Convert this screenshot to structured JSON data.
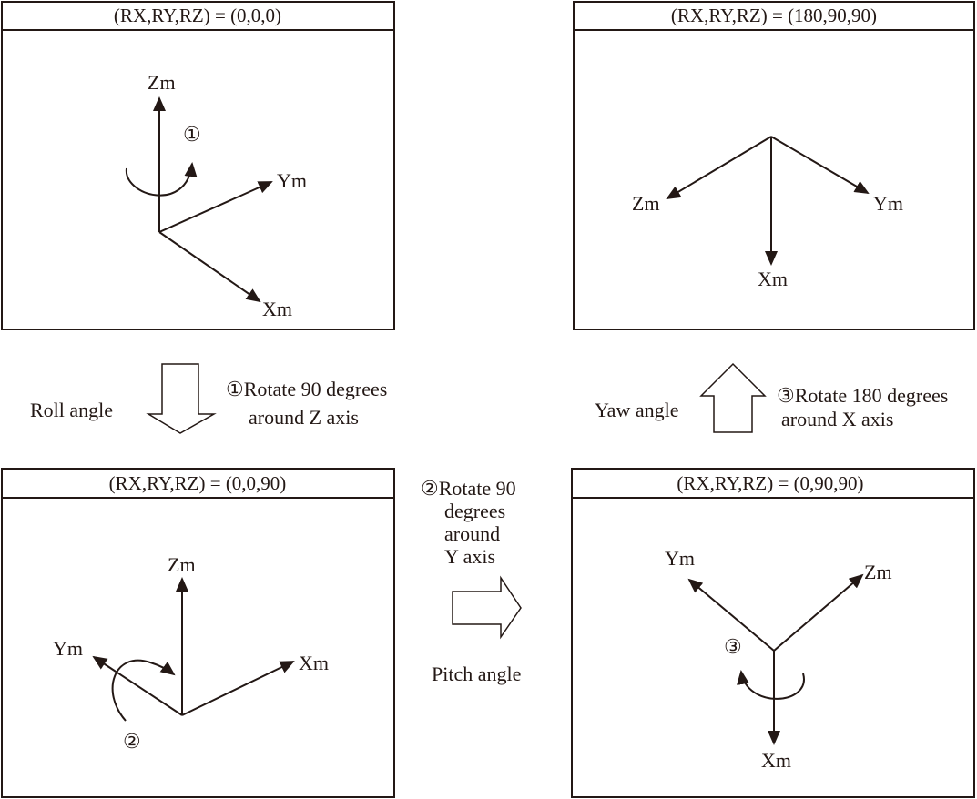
{
  "panels": [
    {
      "title": "(RX,RY,RZ) = (0,0,0)",
      "zm": "Zm",
      "ym": "Ym",
      "xm": "Xm",
      "step": "①"
    },
    {
      "title": "(RX,RY,RZ) = (180,90,90)",
      "zm": "Zm",
      "ym": "Ym",
      "xm": "Xm"
    },
    {
      "title": "(RX,RY,RZ) = (0,0,90)",
      "zm": "Zm",
      "ym": "Ym",
      "xm": "Xm",
      "step": "②"
    },
    {
      "title": "(RX,RY,RZ) = (0,90,90)",
      "zm": "Zm",
      "ym": "Ym",
      "xm": "Xm",
      "step": "③"
    }
  ],
  "steps": {
    "roll": {
      "angle": "Roll angle",
      "line1": "①Rotate 90 degrees",
      "line2": "around Z axis"
    },
    "pitch": {
      "angle": "Pitch angle",
      "line1": "②Rotate 90",
      "line2": "degrees",
      "line3": "around",
      "line4": "Y axis"
    },
    "yaw": {
      "angle": "Yaw angle",
      "line1": "③Rotate 180 degrees",
      "line2": "around X axis"
    }
  }
}
